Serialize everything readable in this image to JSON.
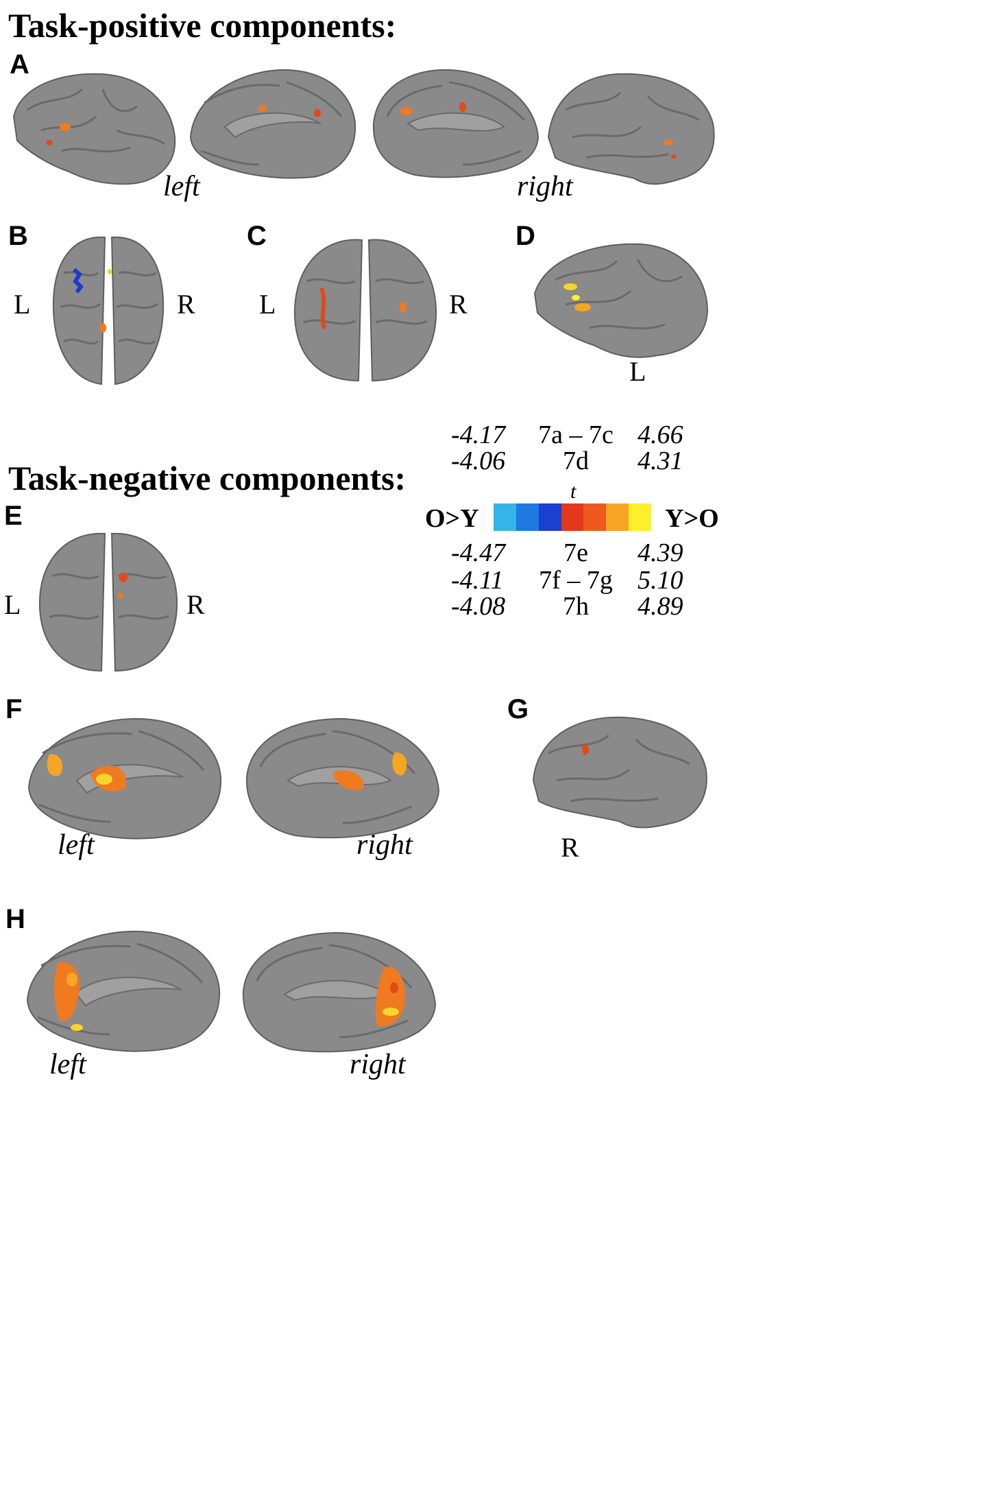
{
  "headings": {
    "task_positive": "Task-positive components:",
    "task_negative": "Task-negative components:"
  },
  "panels": {
    "A": "A",
    "B": "B",
    "C": "C",
    "D": "D",
    "E": "E",
    "F": "F",
    "G": "G",
    "H": "H"
  },
  "hemisphere_labels": {
    "left": "left",
    "right": "right"
  },
  "side_labels": {
    "L": "L",
    "R": "R"
  },
  "legend": {
    "rows_top": [
      {
        "neg": "-4.17",
        "fig": "7a – 7c",
        "pos": "4.66"
      },
      {
        "neg": "-4.06",
        "fig": "7d",
        "pos": "4.31"
      }
    ],
    "t_label": "t",
    "left_label": "O>Y",
    "right_label": "Y>O",
    "rows_bottom": [
      {
        "neg": "-4.47",
        "fig": "7e",
        "pos": "4.39"
      },
      {
        "neg": "-4.11",
        "fig": "7f – 7g",
        "pos": "5.10"
      },
      {
        "neg": "-4.08",
        "fig": "7h",
        "pos": "4.89"
      }
    ],
    "colorbar": [
      "#33b5ea",
      "#1e7ae0",
      "#1b3fcf",
      "#e2391a",
      "#ee5a1d",
      "#f7a623",
      "#fdf02a"
    ]
  },
  "colors": {
    "cortex": "#8a8a8a",
    "sulcus": "#6a6a6a",
    "activation_orange": "#f07a20",
    "activation_red": "#e04a1a",
    "activation_yellow": "#f8d52a",
    "activation_blue": "#1a3ad0"
  }
}
